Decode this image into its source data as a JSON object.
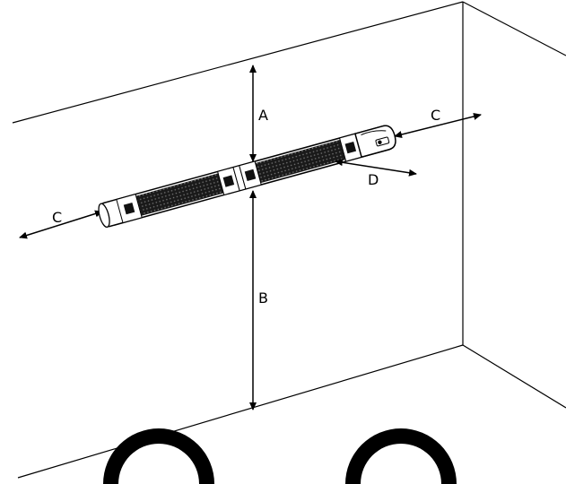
{
  "labels": {
    "clearance_ceiling": "A",
    "clearance_floor": "B",
    "clearance_side_left": "C",
    "clearance_side_right": "C",
    "angle": "D"
  },
  "colors": {
    "ink": "#000000",
    "paper": "#ffffff",
    "grille": "#1a1a1a"
  }
}
